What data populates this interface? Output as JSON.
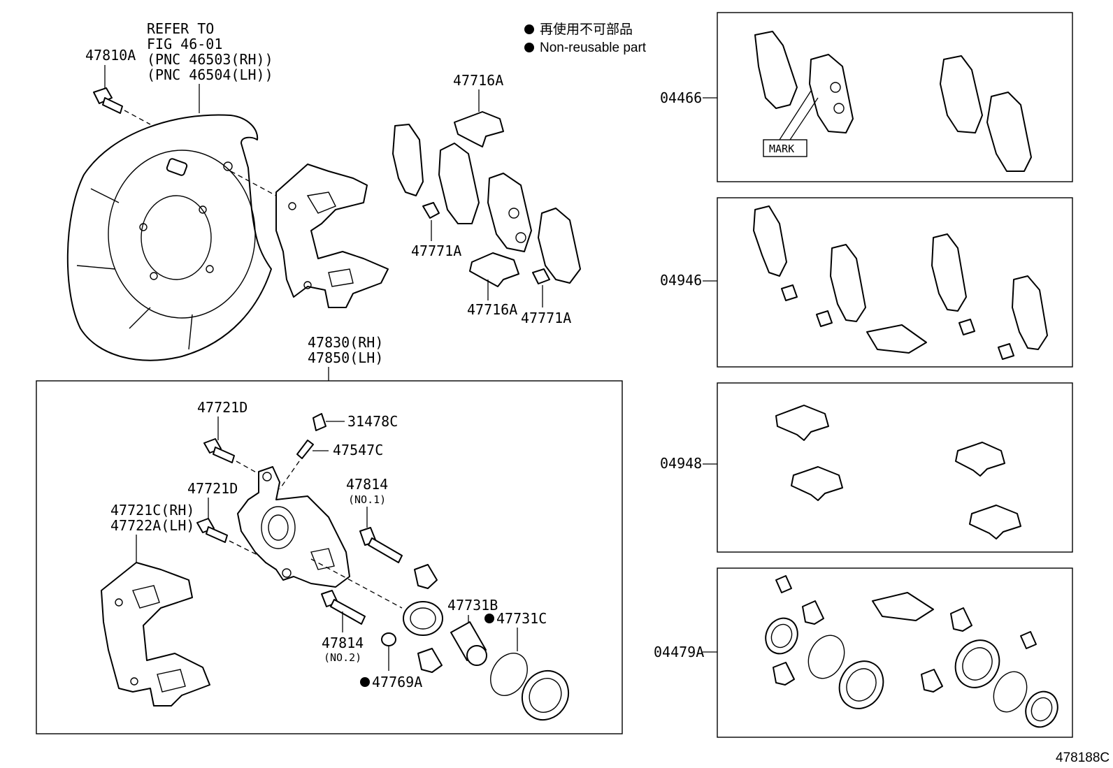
{
  "diagram": {
    "legend": {
      "line1": "再使用不可部品",
      "line2": "Non-reusable part"
    },
    "refer": {
      "line1": "REFER TO",
      "line2": "FIG 46-01",
      "line3": "(PNC 46503(RH))",
      "line4": "(PNC 46504(LH))"
    },
    "labels": {
      "p47810A": "47810A",
      "p47716A_top": "47716A",
      "p47771A_left": "47771A",
      "p47716A_bottom": "47716A",
      "p47771A_right": "47771A",
      "p47830": "47830(RH)",
      "p47850": "47850(LH)",
      "p47721D_top": "47721D",
      "p31478C": "31478C",
      "p47547C": "47547C",
      "p47721D_mid": "47721D",
      "p47814_no1": "47814",
      "no1": "(NO.1)",
      "p47721C": "47721C(RH)",
      "p47722A": "47722A(LH)",
      "p47731B": "47731B",
      "p47731C": "47731C",
      "p47814_no2": "47814",
      "no2": "(NO.2)",
      "p47769A": "47769A",
      "k04466": "04466",
      "k04946": "04946",
      "k04948": "04948",
      "k04479A": "04479A",
      "mark": "MARK"
    },
    "figure_id": "478188C"
  }
}
